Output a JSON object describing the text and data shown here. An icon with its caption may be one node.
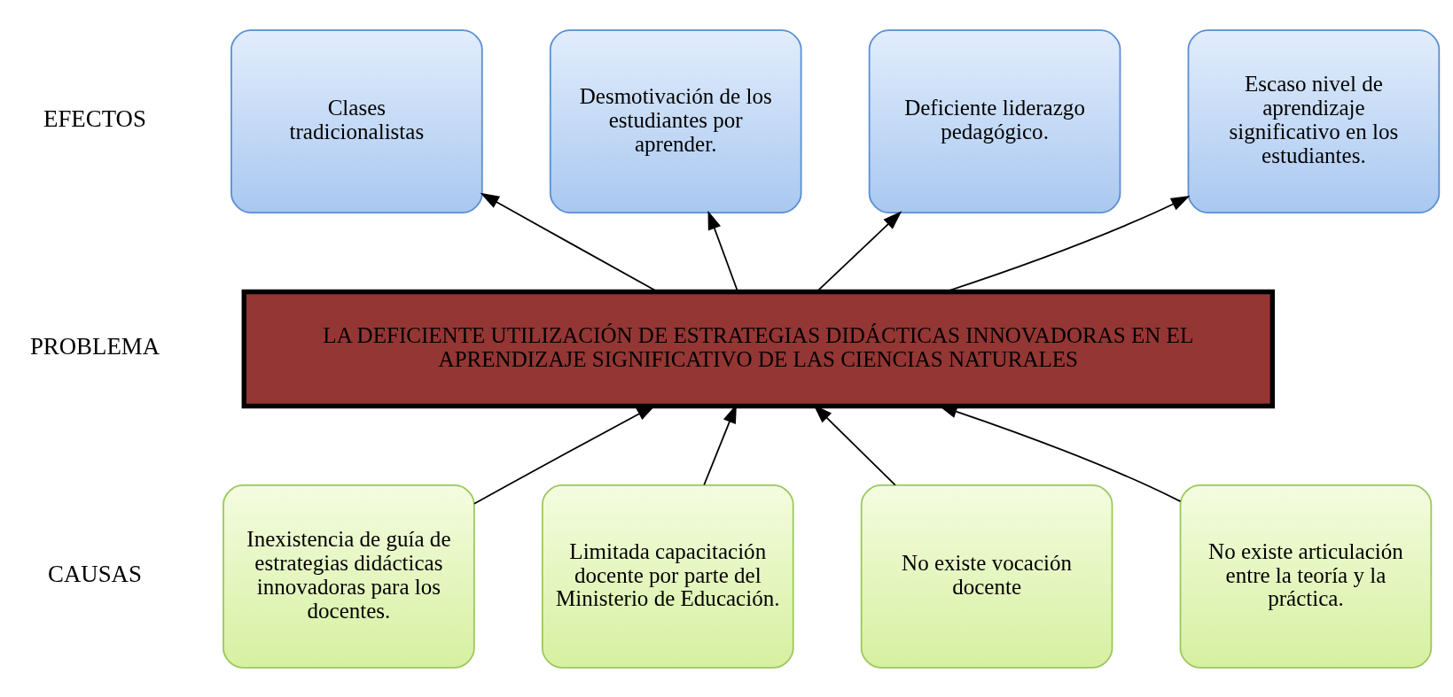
{
  "diagram": {
    "nodes": [
      {
        "text": [
          "Clases tradicionalistas"
        ]
      },
      {
        "text": [
          "Desmotivación de los estudiantes por aprender."
        ]
      },
      {
        "text": [
          "Deficiente liderazgo pedagógico."
        ]
      },
      {
        "text": [
          "Escaso nivel de aprendizaje significativo en los estudiantes."
        ]
      },
      {
        "text": [
          "LA DEFICIENTE UTILIZACIÓN DE ESTRATEGIAS DIDÁCTICAS INNOVADORAS EN EL APRENDIZAJE SIGNIFICATIVO DE LAS CIENCIAS NATURALES"
        ]
      },
      {
        "text": [
          "Inexistencia de guía de estrategias didácticas innovadoras para los docentes."
        ]
      },
      {
        "text": [
          "Limitada capacitación docente por parte del Ministerio de Educación."
        ]
      },
      {
        "text": [
          "No existe vocación docente"
        ]
      },
      {
        "text": [
          "No existe articulación entre la teoría y la práctica."
        ]
      }
    ],
    "edges": [
      {
        "from": 4,
        "to": 0,
        "arrow": "to"
      },
      {
        "from": 4,
        "to": 1,
        "arrow": "to"
      },
      {
        "from": 4,
        "to": 2,
        "arrow": "to"
      },
      {
        "from": 4,
        "to": 3,
        "arrow": "to"
      },
      {
        "from": 5,
        "to": 4,
        "arrow": "to"
      },
      {
        "from": 6,
        "to": 4,
        "arrow": "to"
      },
      {
        "from": 7,
        "to": 4,
        "arrow": "to"
      },
      {
        "from": 8,
        "to": 4,
        "arrow": "to"
      }
    ],
    "labels": [
      "EFECTOS",
      "PROBLEMA",
      "CAUSAS"
    ]
  }
}
